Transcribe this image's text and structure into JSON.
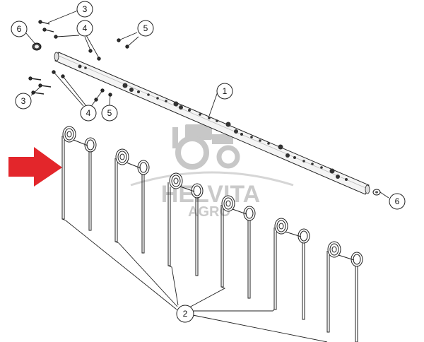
{
  "watermark": {
    "brand": "HELVITA",
    "sub": "AGRO"
  },
  "callouts": {
    "c1": "1",
    "c2": "2",
    "c3a": "3",
    "c3b": "3",
    "c4a": "4",
    "c4b": "4",
    "c5a": "5",
    "c5b": "5",
    "c6a": "6",
    "c6b": "6"
  },
  "colors": {
    "line": "#222222",
    "arrow": "#e3262b",
    "watermark": "#9a9a9a",
    "tube": "#f4f4f4"
  }
}
